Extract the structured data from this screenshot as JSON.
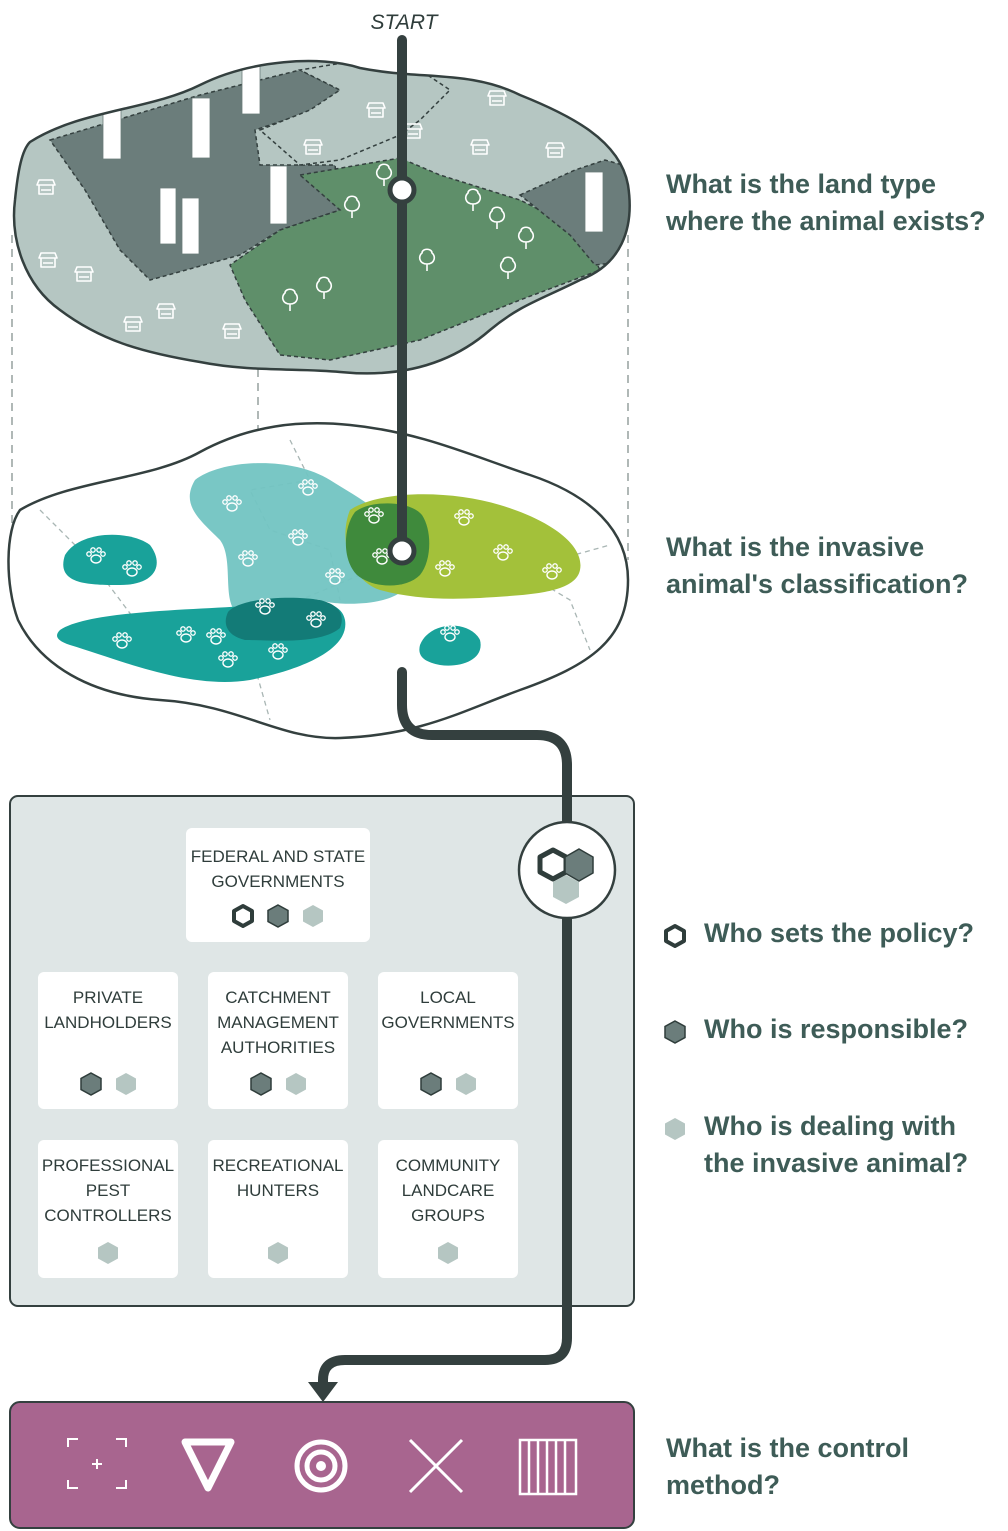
{
  "start_label": "START",
  "questions": {
    "land_type": "What is the land type\nwhere the animal exists?",
    "classification": "What is the invasive\nanimal's classification?",
    "control_method": "What is the control\nmethod?"
  },
  "legend": [
    {
      "icon": "hexagon-outline-icon",
      "text": "Who sets the policy?"
    },
    {
      "icon": "hexagon-dark-icon",
      "text": "Who is responsible?"
    },
    {
      "icon": "hexagon-light-icon",
      "text": "Who is dealing with\nthe invasive animal?"
    }
  ],
  "stakeholders": [
    {
      "label": "FEDERAL AND STATE\nGOVERNMENTS",
      "roles": [
        "policy",
        "responsible",
        "dealing"
      ]
    },
    {
      "label": "PRIVATE\nLANDHOLDERS",
      "roles": [
        "responsible",
        "dealing"
      ]
    },
    {
      "label": "CATCHMENT\nMANAGEMENT\nAUTHORITIES",
      "roles": [
        "responsible",
        "dealing"
      ]
    },
    {
      "label": "LOCAL\nGOVERNMENTS",
      "roles": [
        "responsible",
        "dealing"
      ]
    },
    {
      "label": "PROFESSIONAL\nPEST\nCONTROLLERS",
      "roles": [
        "dealing"
      ]
    },
    {
      "label": "RECREATIONAL\nHUNTERS",
      "roles": [
        "dealing"
      ]
    },
    {
      "label": "COMMUNITY\nLANDCARE\nGROUPS",
      "roles": [
        "dealing"
      ]
    }
  ],
  "control_methods": [
    "crosshair-icon",
    "triangle-icon",
    "target-icon",
    "cross-icon",
    "fence-icon"
  ],
  "colors": {
    "path": "#34403f",
    "urban_dark": "#6b7d7b",
    "suburban_light": "#b5c6c2",
    "bush_green": "#5f8f6a",
    "teal_light": "#72c4c2",
    "teal_dark": "#19a29a",
    "lime": "#a3c13a",
    "panel": "#dfe6e6",
    "control_bar": "#a8658f",
    "text": "#3e5c57"
  }
}
